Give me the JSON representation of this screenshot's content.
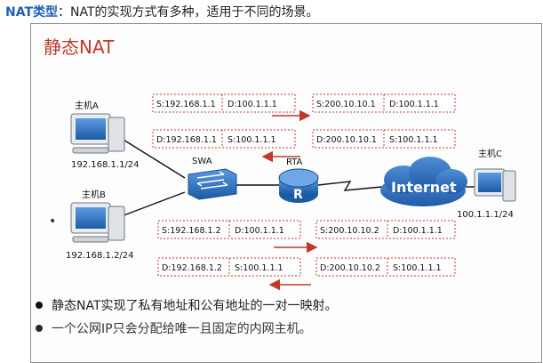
{
  "header": {
    "keyword": "NAT类型",
    "sep": "：",
    "text": "NAT的实现方式有多种，适用于不同的场景。"
  },
  "slide": {
    "title": "静态NAT",
    "side_bullet": "•"
  },
  "diagram": {
    "hostA": {
      "name": "主机A",
      "ip": "192.168.1.1/24"
    },
    "hostB": {
      "name": "主机B",
      "ip": "192.168.1.2/24"
    },
    "hostC": {
      "name": "主机C",
      "ip": "100.1.1.1/24"
    },
    "switch": "SWA",
    "router": "RTA",
    "cloud": "Internet",
    "router_letter": "R",
    "packets": {
      "a_out_left": {
        "src": "S:192.168.1.1",
        "dst": "D:100.1.1.1"
      },
      "a_out_right": {
        "src": "S:200.10.10.1",
        "dst": "D:100.1.1.1"
      },
      "a_in_left": {
        "src": "D:192.168.1.1",
        "dst": "S:100.1.1.1"
      },
      "a_in_right": {
        "src": "D:200.10.10.1",
        "dst": "S:100.1.1.1"
      },
      "b_out_left": {
        "src": "S:192.168.1.2",
        "dst": "D:100.1.1.1"
      },
      "b_out_right": {
        "src": "S:200.10.10.2",
        "dst": "D:100.1.1.1"
      },
      "b_in_left": {
        "src": "D:192.168.1.2",
        "dst": "S:100.1.1.1"
      },
      "b_in_right": {
        "src": "D:200.10.10.2",
        "dst": "S:100.1.1.1"
      }
    }
  },
  "bullets": [
    "静态NAT实现了私有地址和公有地址的一对一映射。",
    "一个公网IP只会分配给唯一且固定的内网主机。"
  ],
  "colors": {
    "arrow": "#c0392b",
    "packet_border": "#c0392b",
    "link": "#111111",
    "switch": "#2f74b5",
    "router": "#2f74b5",
    "cloud": "#2f74b5"
  }
}
